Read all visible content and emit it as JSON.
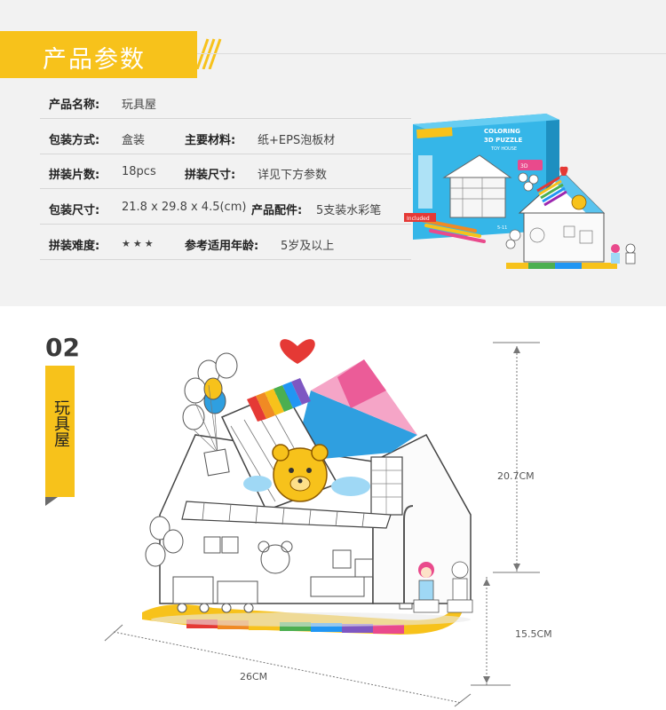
{
  "header": {
    "title": "产品参数"
  },
  "params": {
    "name_label": "产品名称:",
    "name_value": "玩具屋",
    "pack_label": "包装方式:",
    "pack_value": "盒装",
    "material_label": "主要材料:",
    "material_value": "纸+EPS泡板材",
    "pieces_label": "拼装片数:",
    "pieces_value": "18pcs",
    "size_label": "拼装尺寸:",
    "size_value": "详见下方参数",
    "box_size_label": "包装尺寸:",
    "box_size_value": "21.8 x 29.8 x 4.5(cm)",
    "accessory_label": "产品配件:",
    "accessory_value": "5支装水彩笔",
    "difficulty_label": "拼装难度:",
    "difficulty_value": "★★★",
    "age_label": "参考适用年龄:",
    "age_value": "5岁及以上"
  },
  "box_art": {
    "line1": "COLORING",
    "line2": "3D PUZZLE",
    "line3": "TOY HOUSE",
    "badge": "3D",
    "included": "Included",
    "box_height": 0.7,
    "age_range": "5-11"
  },
  "section": {
    "number": "02",
    "tag": "玩具屋"
  },
  "dimensions": {
    "height_top": "20.7CM",
    "height_side": "15.5CM",
    "width": "26CM"
  },
  "colors": {
    "accent": "#f7c21b",
    "panel_bg": "#f2f2f2"
  }
}
